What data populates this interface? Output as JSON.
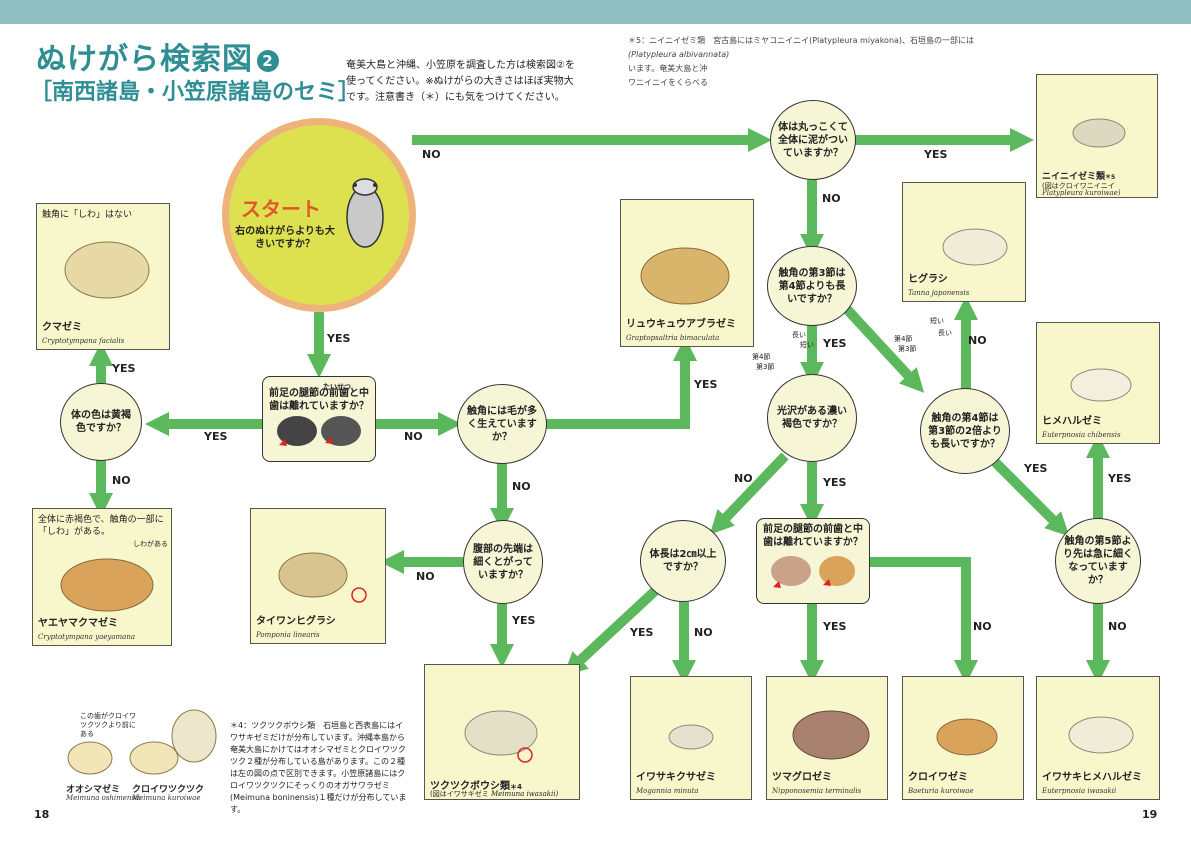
{
  "header": {
    "title": "ぬけがら検索図",
    "title_num": "2",
    "subtitle": "［南西諸島・小笠原諸島のセミ］",
    "intro": "奄美大島と沖縄、小笠原を調査した方は検索図②を使ってください。※ぬけがらの大きさはほぼ実物大です。注意書き（＊）にも気をつけてください。",
    "topnote_1": "＊5：ニイニイゼミ類　宮古島にはミヤコニイニイ(Platypleura miyakona)、石垣島の一部には",
    "topnote_2": "(Platypleura albivannata)",
    "topnote_3": "います。奄美大島と沖",
    "topnote_4": "ワニイニイをくらべる"
  },
  "start": {
    "label": "スタート",
    "question": "右のぬけがらよりも大きいですか？"
  },
  "questions": {
    "q_round": "体は丸っこくて全体に泥がついていますか？",
    "q_color": "体の色は黄褐色ですか？",
    "q_teeth": "前足の腿節の前歯と中歯は離れていますか？",
    "q_teeth_ruby": "たいせつ",
    "q_hair": "触角には毛が多く生えていますか？",
    "q_abd": "腹部の先端は細くとがっていますか？",
    "q_ant34": "触角の第3節は第4節よりも長いですか？",
    "q_gloss": "光沢がある濃い褐色ですか？",
    "q_ant4x2": "触角の第4節は第3節の2倍よりも長いですか？",
    "q_len": "体長は2㎝以上ですか？",
    "q_teeth2": "前足の腿節の前歯と中歯は離れていますか？",
    "q_ant5": "触角の第5節より先は急に細くなっていますか？"
  },
  "labels": {
    "yes": "YES",
    "no": "NO"
  },
  "cards": {
    "kuma": {
      "note": "触角に「しわ」はない",
      "name": "クマゼミ",
      "latin": "Cryptotympana facialis"
    },
    "yaeyama": {
      "note": "全体に赤褐色で、触角の一部に「しわ」がある。",
      "tag": "しわがある",
      "name": "ヤエヤマクマゼミ",
      "latin": "Cryptotympana yaeyamana"
    },
    "taiwan": {
      "name": "タイワンヒグラシ",
      "latin": "Pomponia linearis"
    },
    "ryukyu": {
      "name": "リュウキュウアブラゼミ",
      "latin": "Graptopsaltria bimaculata"
    },
    "niinii": {
      "name": "ニイニイゼミ類",
      "sup": "＊5",
      "sub": "(図はクロイワニイニイ",
      "latin": "Platypleura kuroiwae)"
    },
    "higurashi": {
      "name": "ヒグラシ",
      "latin": "Tanna japonensis"
    },
    "himeharu": {
      "name": "ヒメハルゼミ",
      "latin": "Euterpnosia chibensis"
    },
    "tsukutsuku": {
      "name": "ツクツクボウシ類",
      "sup": "＊4",
      "sub": "(図はイワサキゼミ",
      "latin": "Meimuna iwasakii)"
    },
    "iwasaki_kusa": {
      "name": "イワサキクサゼミ",
      "latin": "Mogannia minuta"
    },
    "tsumaguro": {
      "name": "ツマグロゼミ",
      "latin": "Nipponosemia terminalis"
    },
    "kuroiwa": {
      "name": "クロイワゼミ",
      "latin": "Baeturia kuroiwae"
    },
    "iwasaki_hime": {
      "name": "イワサキヒメハルゼミ",
      "latin": "Euterpnosia iwasakii"
    }
  },
  "antenna_tags": {
    "long": "長い",
    "short": "短い",
    "seg4": "第4節",
    "seg3": "第3節"
  },
  "bottom_left": {
    "tag": "この歯がクロイワツクツクより前にある",
    "oshima_name": "オオシマゼミ",
    "oshima_latin": "Meimuna oshimensis",
    "kuroiwa_name": "クロイワツクツク",
    "kuroiwa_latin": "Meimuna kuroiwae",
    "note": "＊4：ツクツクボウシ類　石垣島と西表島にはイワサキゼミだけが分布しています。沖縄本島から奄美大島にかけてはオオシマゼミとクロイワツクツク２種が分布している島があります。この２種は左の図の点で区別できます。小笠原諸島にはクロイワツクツクにそっくりのオガサワラゼミ(Meimuna boninensis)１種だけが分布しています。"
  },
  "pages": {
    "left": "18",
    "right": "19"
  },
  "colors": {
    "arrow": "#5cb85c",
    "title": "#2f8d94",
    "start_fill": "#dde04f",
    "start_ring": "#efb27a",
    "card": "#f8f7cc",
    "question": "#f6f6d6",
    "band": "#8fbfc1",
    "start_text": "#e2562c"
  }
}
